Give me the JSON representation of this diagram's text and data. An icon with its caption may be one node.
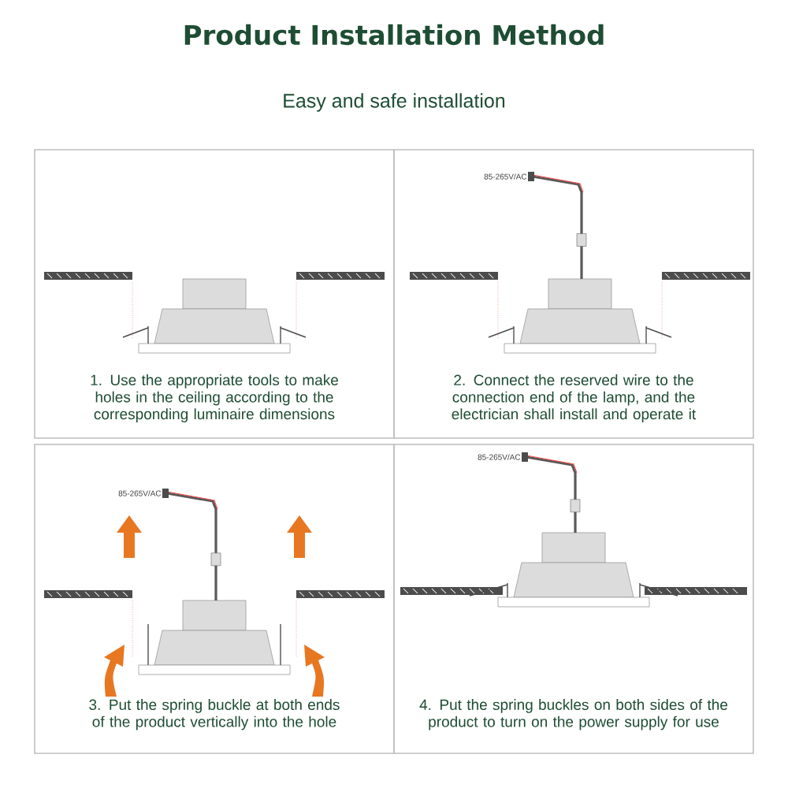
{
  "diagram": {
    "title": "Product Installation Method",
    "nodes": [
      {
        "text": [
          "1. Use the appropriate tools to make holes in the ceiling according to the corresponding luminaire dimensions"
        ]
      },
      {
        "text": [
          "2. Connect the reserved wire to the connection end of the lamp, and the electrician shall install and operate it"
        ]
      },
      {
        "text": [
          "3. Put the spring buckle at both ends of the product vertically into the hole"
        ]
      },
      {
        "text": [
          "4. Put the spring buckles on both sides of the product to turn on the power supply for use"
        ]
      }
    ],
    "labels": [
      "Easy and safe installation",
      "85-265V/AC",
      "85-265V/AC",
      "85-265V/AC"
    ]
  }
}
